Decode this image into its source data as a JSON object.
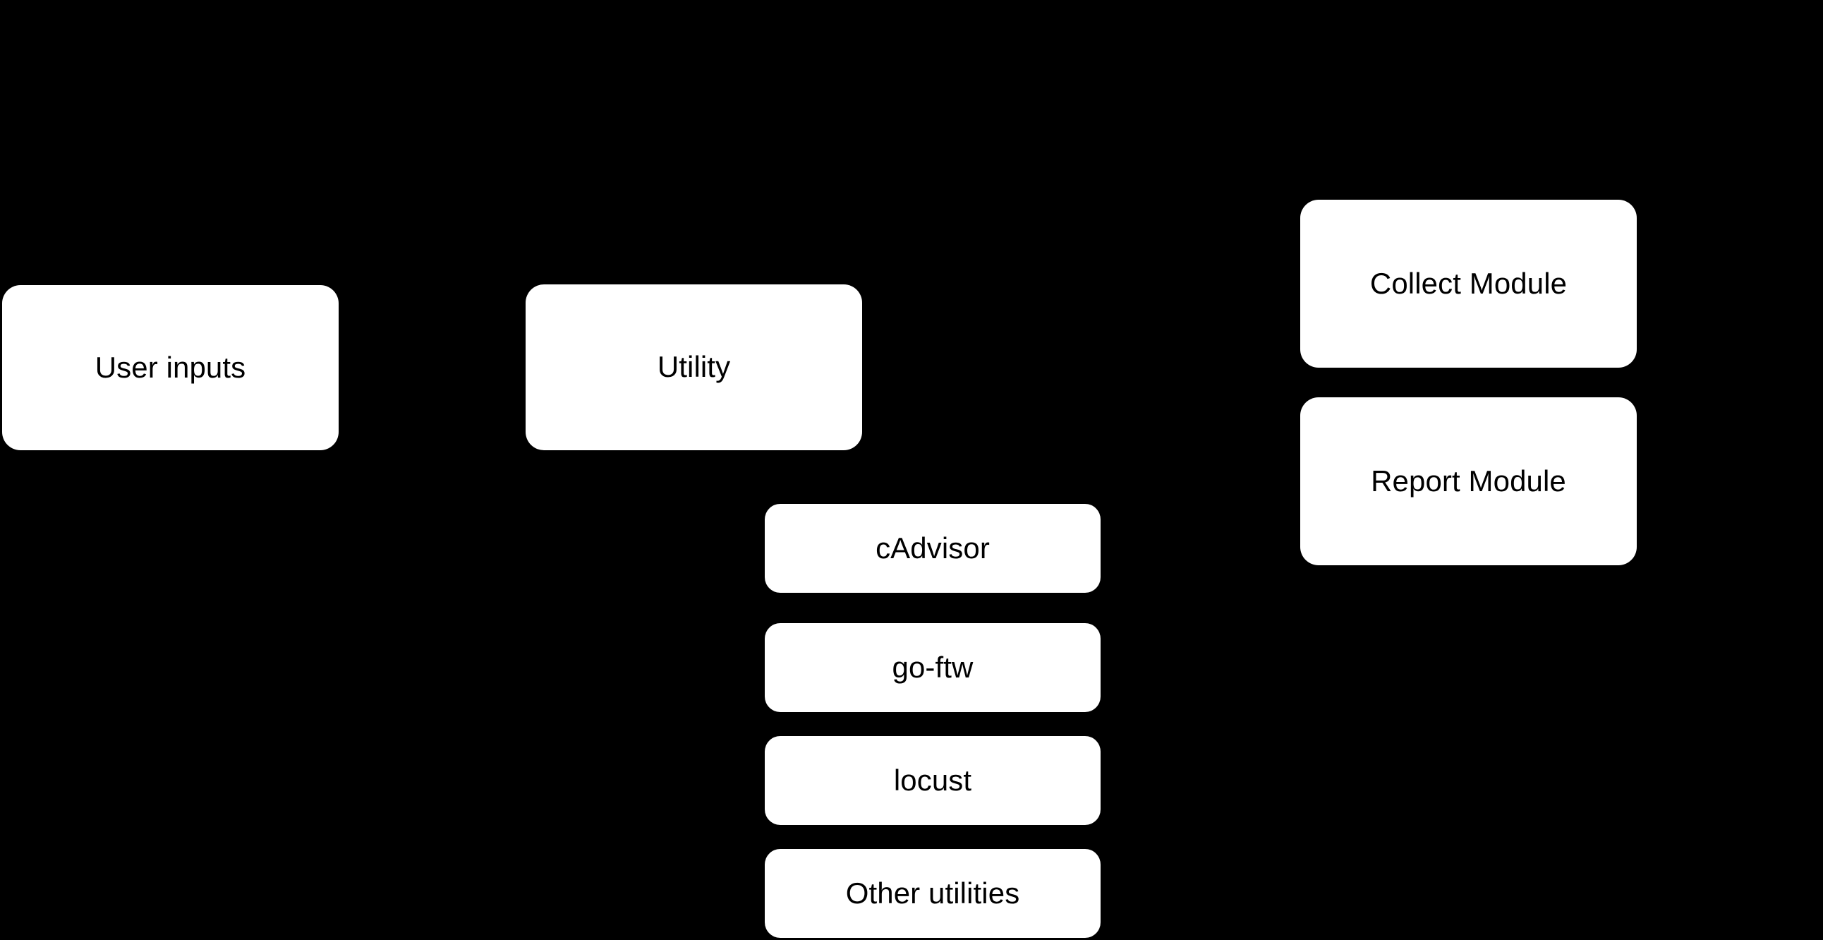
{
  "diagram": {
    "background_color": "#000000",
    "node_fill_color": "#ffffff",
    "node_text_color": "#000000",
    "nodes": [
      {
        "id": "user-inputs",
        "label": "User inputs",
        "group": "inputs"
      },
      {
        "id": "utility",
        "label": "Utility",
        "group": "utility"
      },
      {
        "id": "cadvisor",
        "label": "cAdvisor",
        "group": "utility-stack"
      },
      {
        "id": "go-ftw",
        "label": "go-ftw",
        "group": "utility-stack"
      },
      {
        "id": "locust",
        "label": "locust",
        "group": "utility-stack"
      },
      {
        "id": "other-utilities",
        "label": "Other utilities",
        "group": "utility-stack"
      },
      {
        "id": "collect-module",
        "label": "Collect Module",
        "group": "modules"
      },
      {
        "id": "report-module",
        "label": "Report Module",
        "group": "modules"
      }
    ]
  }
}
